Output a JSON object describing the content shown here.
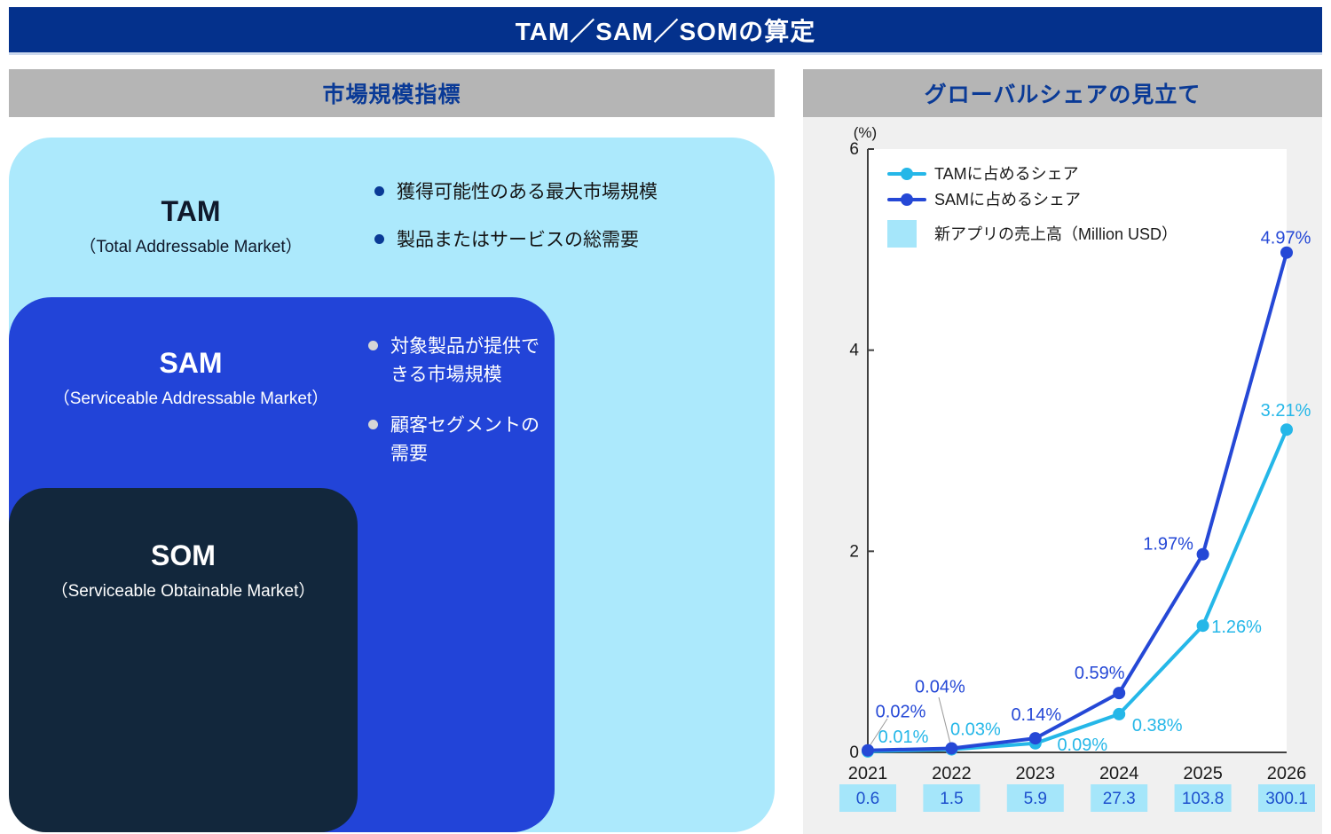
{
  "slide": {
    "title": "TAM／SAM／SOMの算定"
  },
  "left_panel": {
    "header": "市場規模指標",
    "tam": {
      "name": "TAM",
      "full_name": "（Total Addressable Market）",
      "bullets": [
        "獲得可能性のある最大市場規模",
        "製品またはサービスの総需要"
      ]
    },
    "sam": {
      "name": "SAM",
      "full_name": "（Serviceable Addressable Market）",
      "bullets": [
        "対象製品が提供できる市場規模",
        "顧客セグメントの需要"
      ]
    },
    "som": {
      "name": "SOM",
      "full_name": "（Serviceable Obtainable Market）"
    }
  },
  "right_panel": {
    "header": "グローバルシェアの見立て"
  },
  "chart_data": {
    "type": "line",
    "title": "グローバルシェアの見立て",
    "unit_label": "(%)",
    "x": [
      "2021",
      "2022",
      "2023",
      "2024",
      "2025",
      "2026"
    ],
    "ylim": [
      0,
      6
    ],
    "yticks": [
      0,
      2,
      4,
      6
    ],
    "grid": false,
    "legend_position": "top-left",
    "series": [
      {
        "name": "TAMに占めるシェア",
        "color": "#25b7e8",
        "values": [
          0.01,
          0.03,
          0.09,
          0.38,
          1.26,
          3.21
        ],
        "labels": [
          "0.01%",
          "0.03%",
          "0.09%",
          "0.38%",
          "1.26%",
          "3.21%"
        ],
        "label_offsets": [
          [
            40,
            -17
          ],
          [
            27,
            -23
          ],
          [
            53,
            1
          ],
          [
            43,
            12
          ],
          [
            38,
            1
          ],
          [
            -1,
            -22
          ]
        ]
      },
      {
        "name": "SAMに占めるシェア",
        "color": "#2548d6",
        "values": [
          0.02,
          0.04,
          0.14,
          0.59,
          1.97,
          4.97
        ],
        "labels": [
          "0.02%",
          "0.04%",
          "0.14%",
          "0.59%",
          "1.97%",
          "4.97%"
        ],
        "label_offsets": [
          [
            37,
            -44
          ],
          [
            -13,
            -70
          ],
          [
            1,
            -27
          ],
          [
            -22,
            -23
          ],
          [
            -39,
            -12
          ],
          [
            -1,
            -17
          ]
        ]
      }
    ],
    "leader_lines": [
      [
        73,
        712,
        95,
        678
      ],
      [
        167,
        710,
        153,
        654
      ]
    ],
    "revenue_row": {
      "name": "新アプリの売上高（Million USD）",
      "values": [
        "0.6",
        "1.5",
        "5.9",
        "27.3",
        "103.8",
        "300.1"
      ],
      "box_color": "#a5e6fa",
      "text_color": "#1d50cd"
    },
    "axis_color": "#404040",
    "text_color": "#1a1a1a"
  }
}
